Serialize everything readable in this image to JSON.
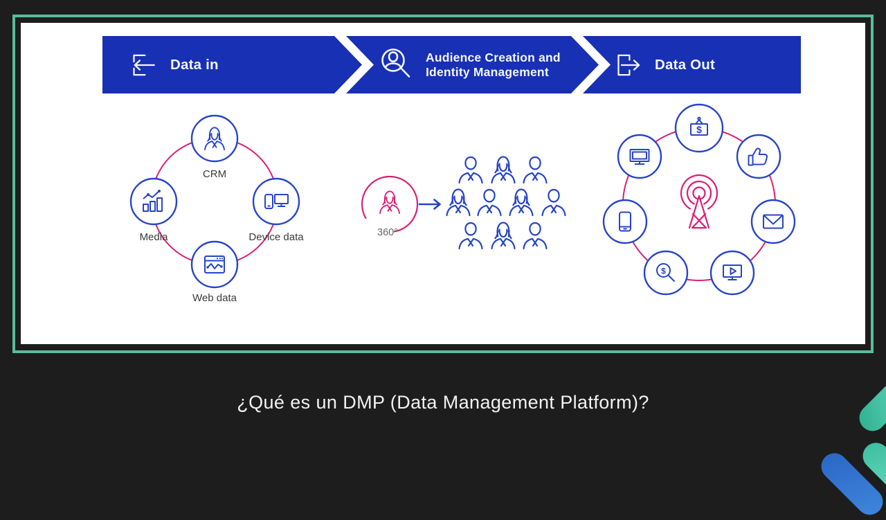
{
  "slide": {
    "title": "¿Qué es un DMP (Data Management Platform)?"
  },
  "colors": {
    "background": "#1d1d1d",
    "frame_border": "#57bd9c",
    "banner_blue": "#1830b3",
    "icon_blue": "#2744c8",
    "accent_pink": "#d91f77",
    "label_gray": "#3a3a3a",
    "title_white": "#f2f2f2",
    "decoration_teal": "#5fd9be",
    "decoration_blue": "#3f86de"
  },
  "banner": {
    "steps": [
      {
        "label": "Data in",
        "icon": "data-in-icon"
      },
      {
        "label": "Audience Creation and Identity Management",
        "icon": "audience-search-icon"
      },
      {
        "label": "Data Out",
        "icon": "data-out-icon"
      }
    ]
  },
  "data_in_diagram": {
    "nodes": [
      {
        "label": "CRM",
        "icon": "crm-person-icon"
      },
      {
        "label": "Media",
        "icon": "media-chart-icon"
      },
      {
        "label": "Device data",
        "icon": "device-data-icon"
      },
      {
        "label": "Web data",
        "icon": "web-data-icon"
      }
    ]
  },
  "audience_diagram": {
    "profile_label": "360°",
    "people_rows": [
      3,
      4,
      3
    ],
    "people_total": 10
  },
  "data_out_diagram": {
    "currency_symbol": "$",
    "center_icon": "broadcast-antenna-icon",
    "channels": [
      "display-billboard",
      "thumbs-up-social",
      "email",
      "video-screen",
      "paid-search",
      "mobile-phone",
      "desktop-display"
    ]
  }
}
